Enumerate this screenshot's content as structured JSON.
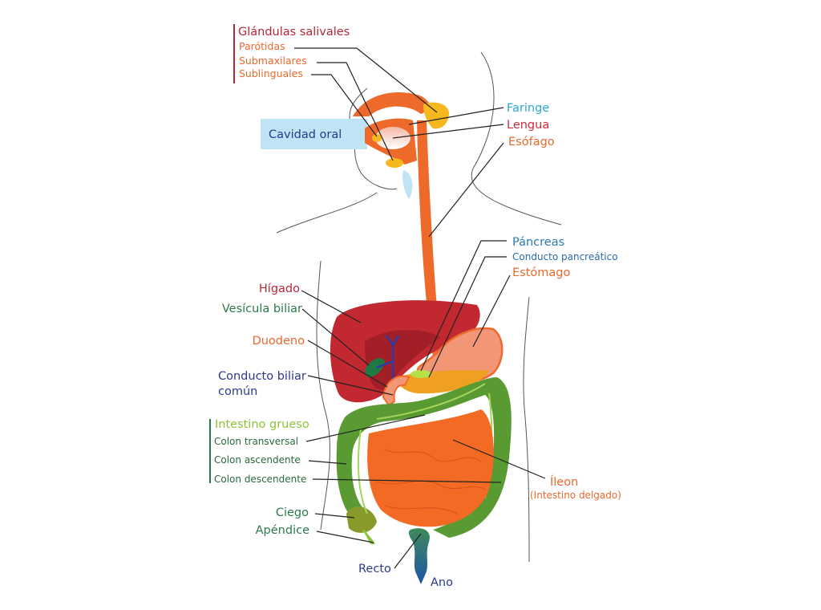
{
  "colors": {
    "esophagus": "#ee6a2a",
    "gland": "#f6b81c",
    "liver": "#c1282f",
    "liver_dark": "#a31f27",
    "gallbladder": "#1e7a45",
    "bile_duct": "#2a3aa8",
    "stomach": "#f29775",
    "pancreas": "#f0a020",
    "large_intestine": "#5a9a32",
    "small_intestine": "#f26a24",
    "oral_cavity_bg": "#bfe4f6",
    "rectum": "#2a5a9a"
  },
  "labels": {
    "salivary_glands": "Glándulas salivales",
    "parotid": "Parótidas",
    "submaxillary": "Submaxilares",
    "sublingual": "Sublinguales",
    "oral_cavity": "Cavidad oral",
    "pharynx": "Faringe",
    "tongue": "Lengua",
    "esophagus": "Esófago",
    "pancreas": "Páncreas",
    "pancreatic_duct": "Conducto pancreático",
    "stomach": "Estómago",
    "liver": "Hígado",
    "gallbladder": "Vesícula biliar",
    "duodenum": "Duodeno",
    "common_bile_duct_1": "Conducto biliar",
    "common_bile_duct_2": "común",
    "large_intestine": "Intestino grueso",
    "transverse_colon": "Colon transversal",
    "ascending_colon": "Colon ascendente",
    "descending_colon": "Colon descendente",
    "cecum": "Ciego",
    "appendix": "Apéndice",
    "rectum": "Recto",
    "anus": "Ano",
    "ileum": "Íleon",
    "small_intestine": "(Intestino delgado)"
  }
}
